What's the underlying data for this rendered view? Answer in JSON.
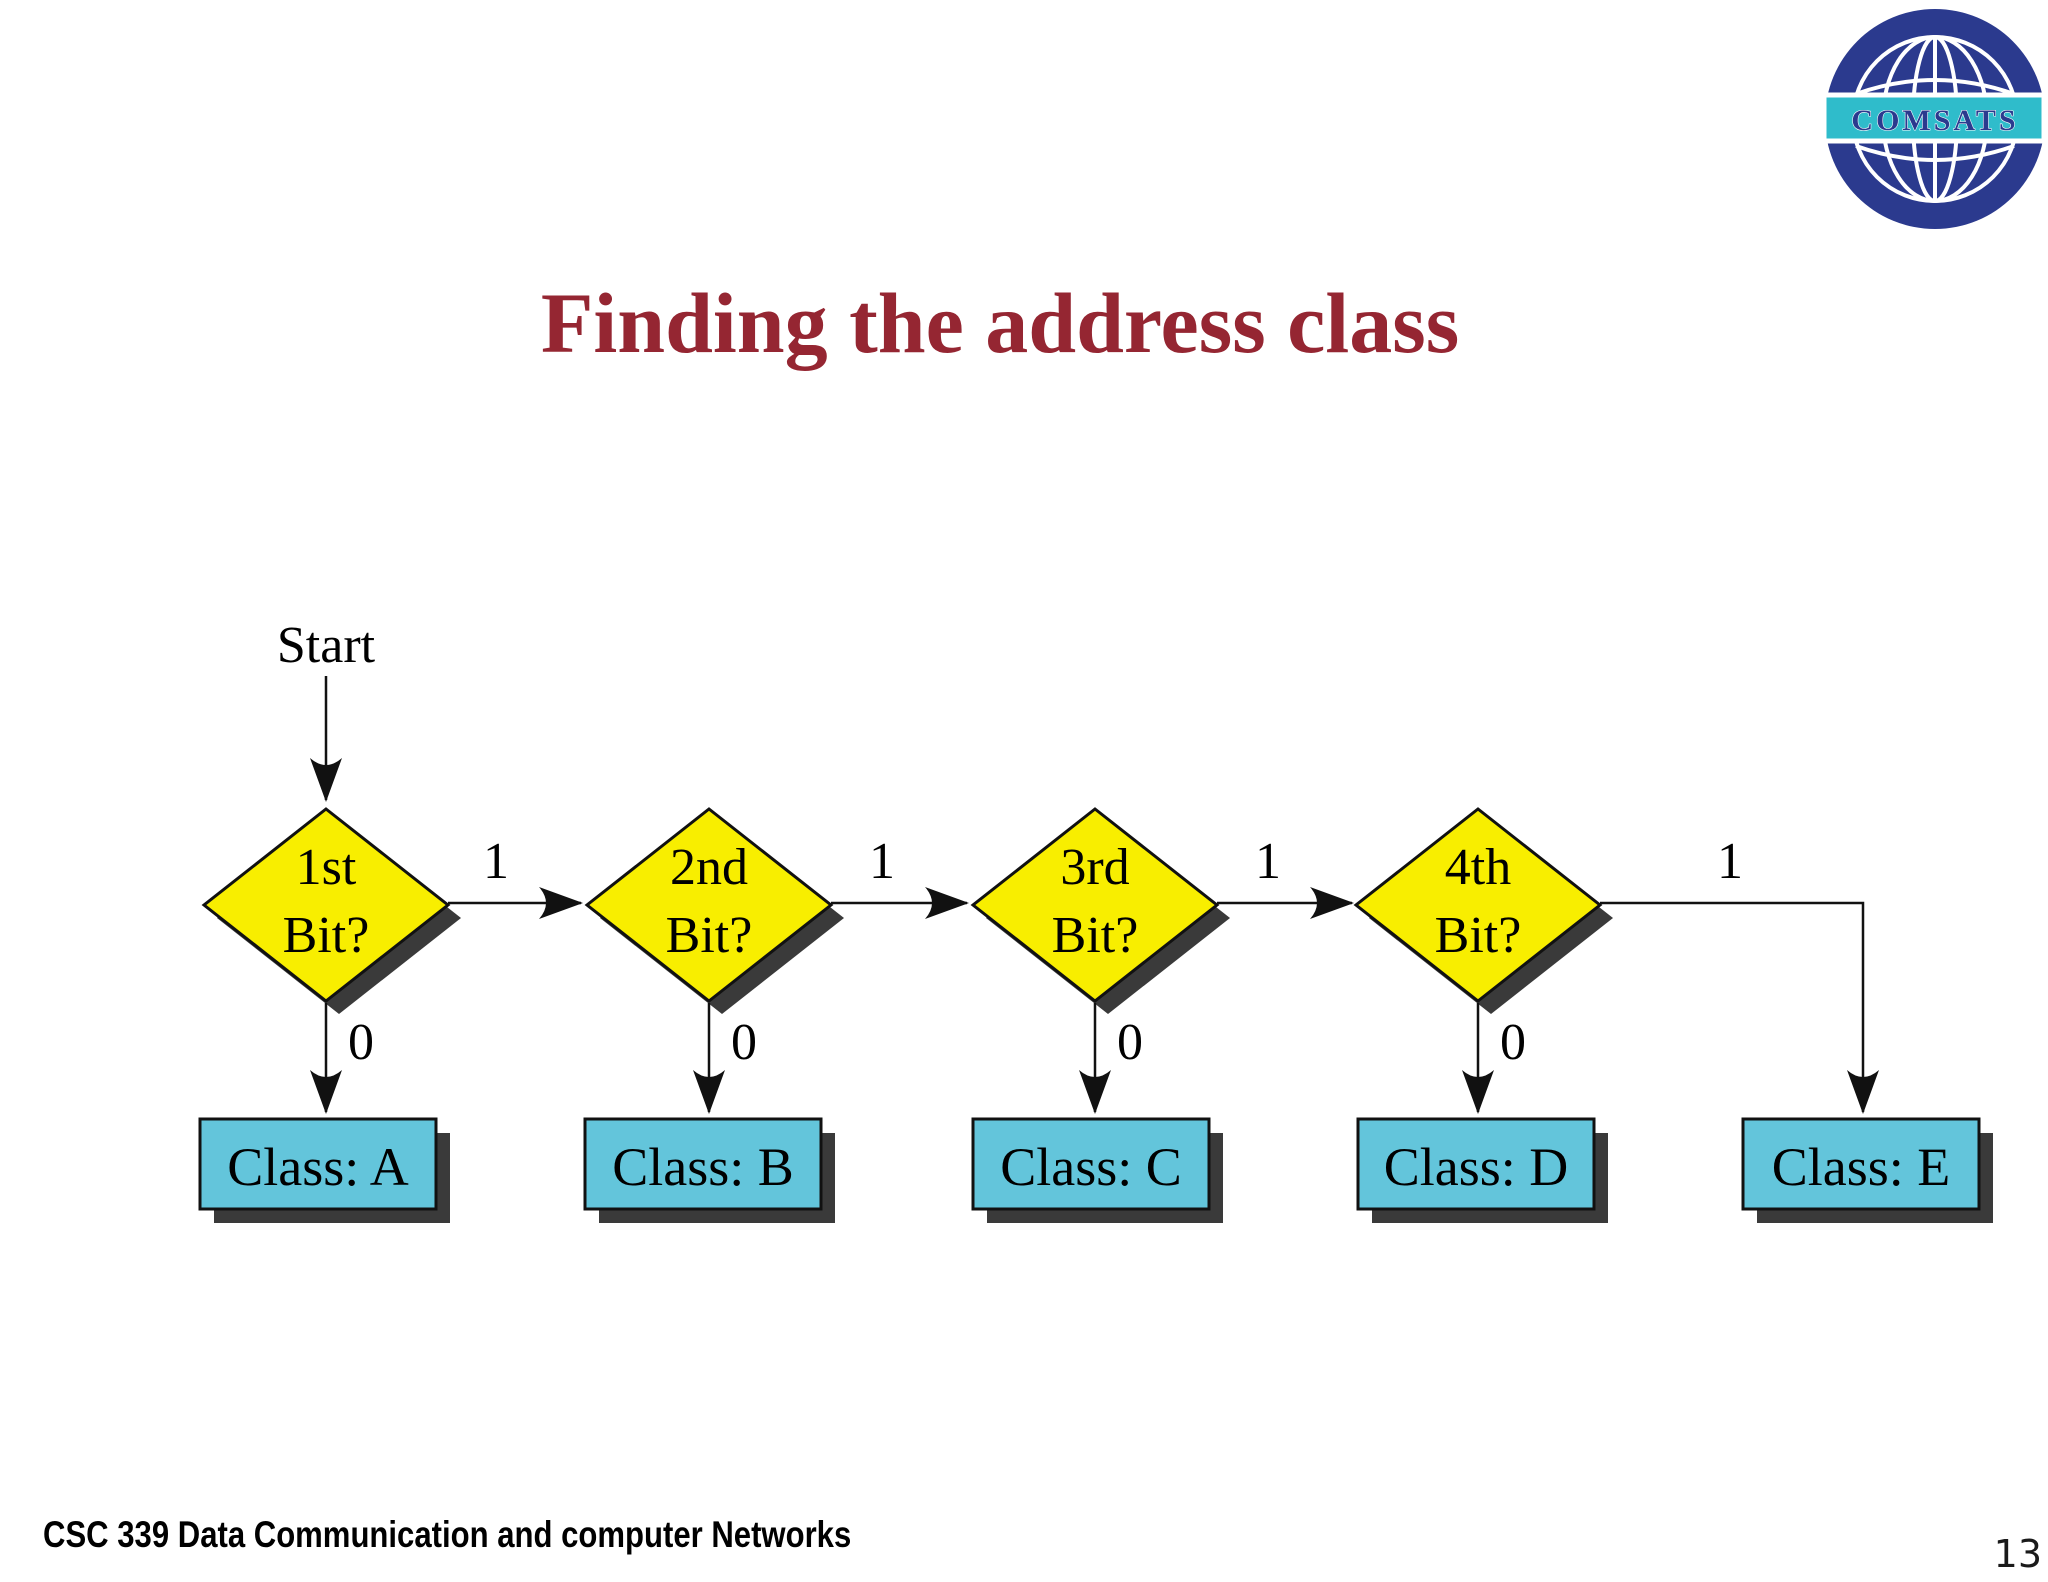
{
  "slide": {
    "title": "Finding the address class",
    "footer": "CSC 339 Data Communication and computer Networks",
    "page_number": "13"
  },
  "logo": {
    "text": "COMSATS"
  },
  "colors": {
    "title_red": "#952632",
    "diamond_yellow": "#F8EE00",
    "terminal_cyan": "#63C5DB",
    "drop_shadow_gray": "#3A3A3A",
    "logo_navy": "#2B3A8E",
    "logo_teal": "#2FBCCB"
  },
  "flowchart": {
    "start_label": "Start",
    "decisions": [
      {
        "line1": "1st",
        "line2": "Bit?",
        "branch_one": "1",
        "branch_zero": "0"
      },
      {
        "line1": "2nd",
        "line2": "Bit?",
        "branch_one": "1",
        "branch_zero": "0"
      },
      {
        "line1": "3rd",
        "line2": "Bit?",
        "branch_one": "1",
        "branch_zero": "0"
      },
      {
        "line1": "4th",
        "line2": "Bit?",
        "branch_one": "1",
        "branch_zero": "0"
      }
    ],
    "terminals": [
      {
        "label": "Class: A"
      },
      {
        "label": "Class: B"
      },
      {
        "label": "Class: C"
      },
      {
        "label": "Class: D"
      },
      {
        "label": "Class: E"
      }
    ]
  }
}
